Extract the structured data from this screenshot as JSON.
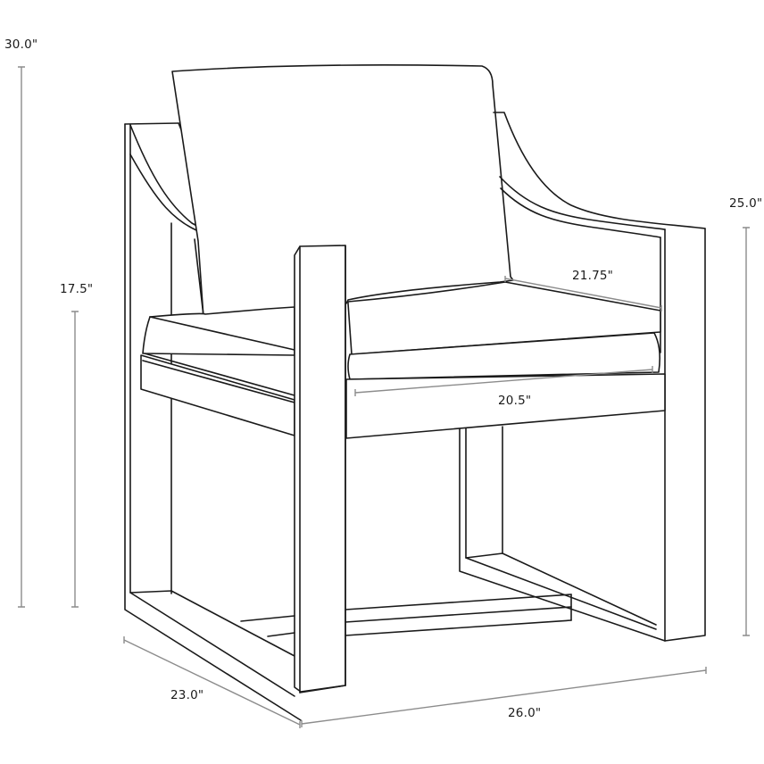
{
  "diagram": {
    "subject": "Outdoor lounge armchair with cushion, line drawing with dimensions",
    "colors": {
      "line": "#1a1a1a",
      "dimension_line": "#8c8c8c",
      "background": "#ffffff"
    },
    "dimensions": {
      "overall_height": {
        "label": "30.0\"",
        "value": 30.0,
        "unit": "in",
        "description": "Overall height"
      },
      "seat_height": {
        "label": "17.5\"",
        "value": 17.5,
        "unit": "in",
        "description": "Seat height"
      },
      "arm_height": {
        "label": "25.0\"",
        "value": 25.0,
        "unit": "in",
        "description": "Arm height"
      },
      "seat_depth": {
        "label": "21.75\"",
        "value": 21.75,
        "unit": "in",
        "description": "Seat depth"
      },
      "seat_width": {
        "label": "20.5\"",
        "value": 20.5,
        "unit": "in",
        "description": "Seat width"
      },
      "overall_depth": {
        "label": "23.0\"",
        "value": 23.0,
        "unit": "in",
        "description": "Overall depth"
      },
      "overall_width": {
        "label": "26.0\"",
        "value": 26.0,
        "unit": "in",
        "description": "Overall width"
      }
    }
  }
}
